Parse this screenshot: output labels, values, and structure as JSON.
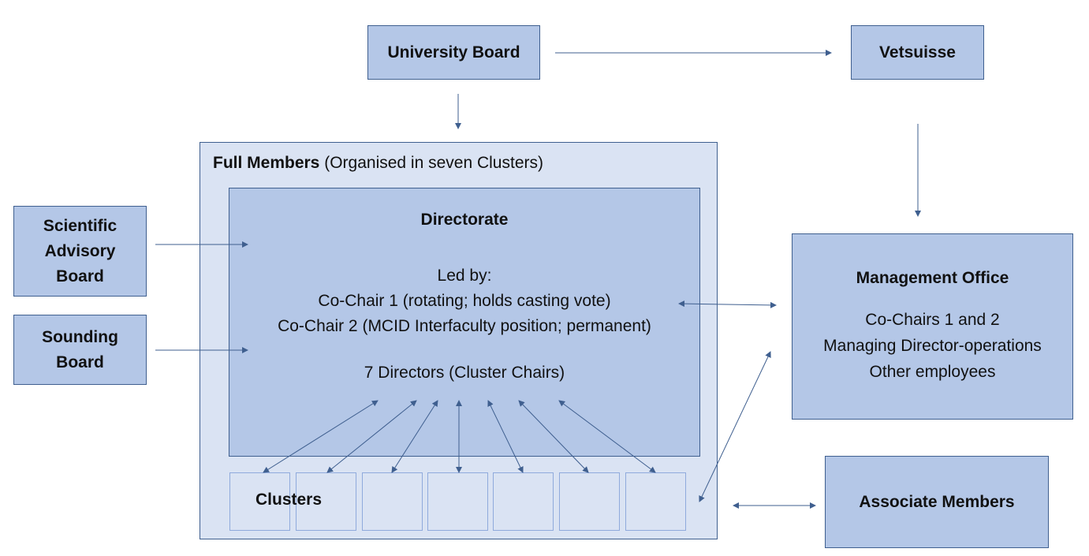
{
  "boxes": {
    "university_board": "University Board",
    "vetsuisse": "Vetsuisse",
    "scientific_advisory_board": [
      "Scientific",
      "Advisory",
      "Board"
    ],
    "sounding_board": [
      "Sounding",
      "Board"
    ],
    "associate_members": "Associate Members"
  },
  "full_members": {
    "title_bold": "Full Members",
    "title_rest": " (Organised in seven Clusters)"
  },
  "directorate": {
    "title": "Directorate",
    "led_by_lines": [
      "Led by:",
      "Co-Chair 1 (rotating; holds casting vote)",
      "Co-Chair 2 (MCID Interfaculty position; permanent)"
    ],
    "directors": "7 Directors (Cluster Chairs)"
  },
  "clusters": {
    "label": "Clusters",
    "count": 7
  },
  "management_office": {
    "title": "Management Office",
    "lines": [
      "Co-Chairs 1 and 2",
      "Managing Director-operations",
      "Other employees"
    ]
  },
  "colors": {
    "box_fill": "#b4c7e7",
    "light_fill": "#dae3f3",
    "border": "#3f5f8f",
    "arrow": "#3f5f8f"
  }
}
